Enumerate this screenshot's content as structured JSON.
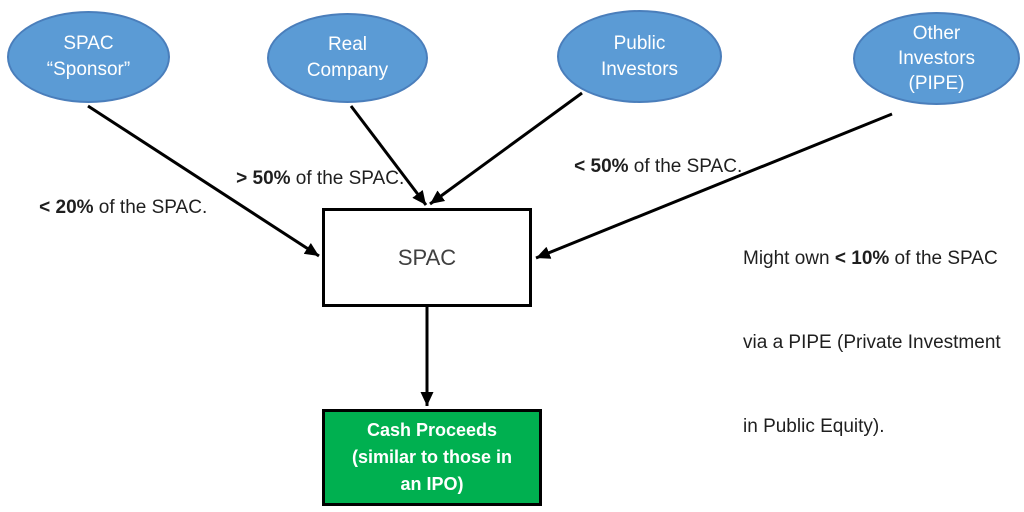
{
  "colors": {
    "ellipse_fill": "#5B9BD5",
    "ellipse_border": "#4A7EBB",
    "cash_fill": "#00B050",
    "box_border": "#000000",
    "arrow": "#000000",
    "spac_text": "#404040",
    "label_text": "#1f1f1f"
  },
  "nodes": {
    "sponsor": {
      "line1": "SPAC",
      "line2": "“Sponsor”"
    },
    "real_company": {
      "line1": "Real",
      "line2": "Company"
    },
    "public_investors": {
      "line1": "Public",
      "line2": "Investors"
    },
    "other_investors": {
      "line1": "Other",
      "line2": "Investors",
      "line3": "(PIPE)"
    },
    "spac_box": {
      "label": "SPAC"
    },
    "cash_box": {
      "line1": "Cash Proceeds",
      "line2": "(similar to those in",
      "line3": "an IPO)"
    }
  },
  "edge_labels": {
    "sponsor": {
      "bold": "< 20%",
      "rest": " of the SPAC."
    },
    "real_company": {
      "bold": "> 50%",
      "rest": " of the SPAC."
    },
    "public_investors": {
      "bold": "< 50%",
      "rest": " of the SPAC."
    }
  },
  "pipe_note": {
    "line1_pre": "Might own ",
    "line1_bold": "< 10%",
    "line1_post": " of the SPAC",
    "line2": "via a PIPE (Private Investment",
    "line3": "in Public Equity)."
  }
}
